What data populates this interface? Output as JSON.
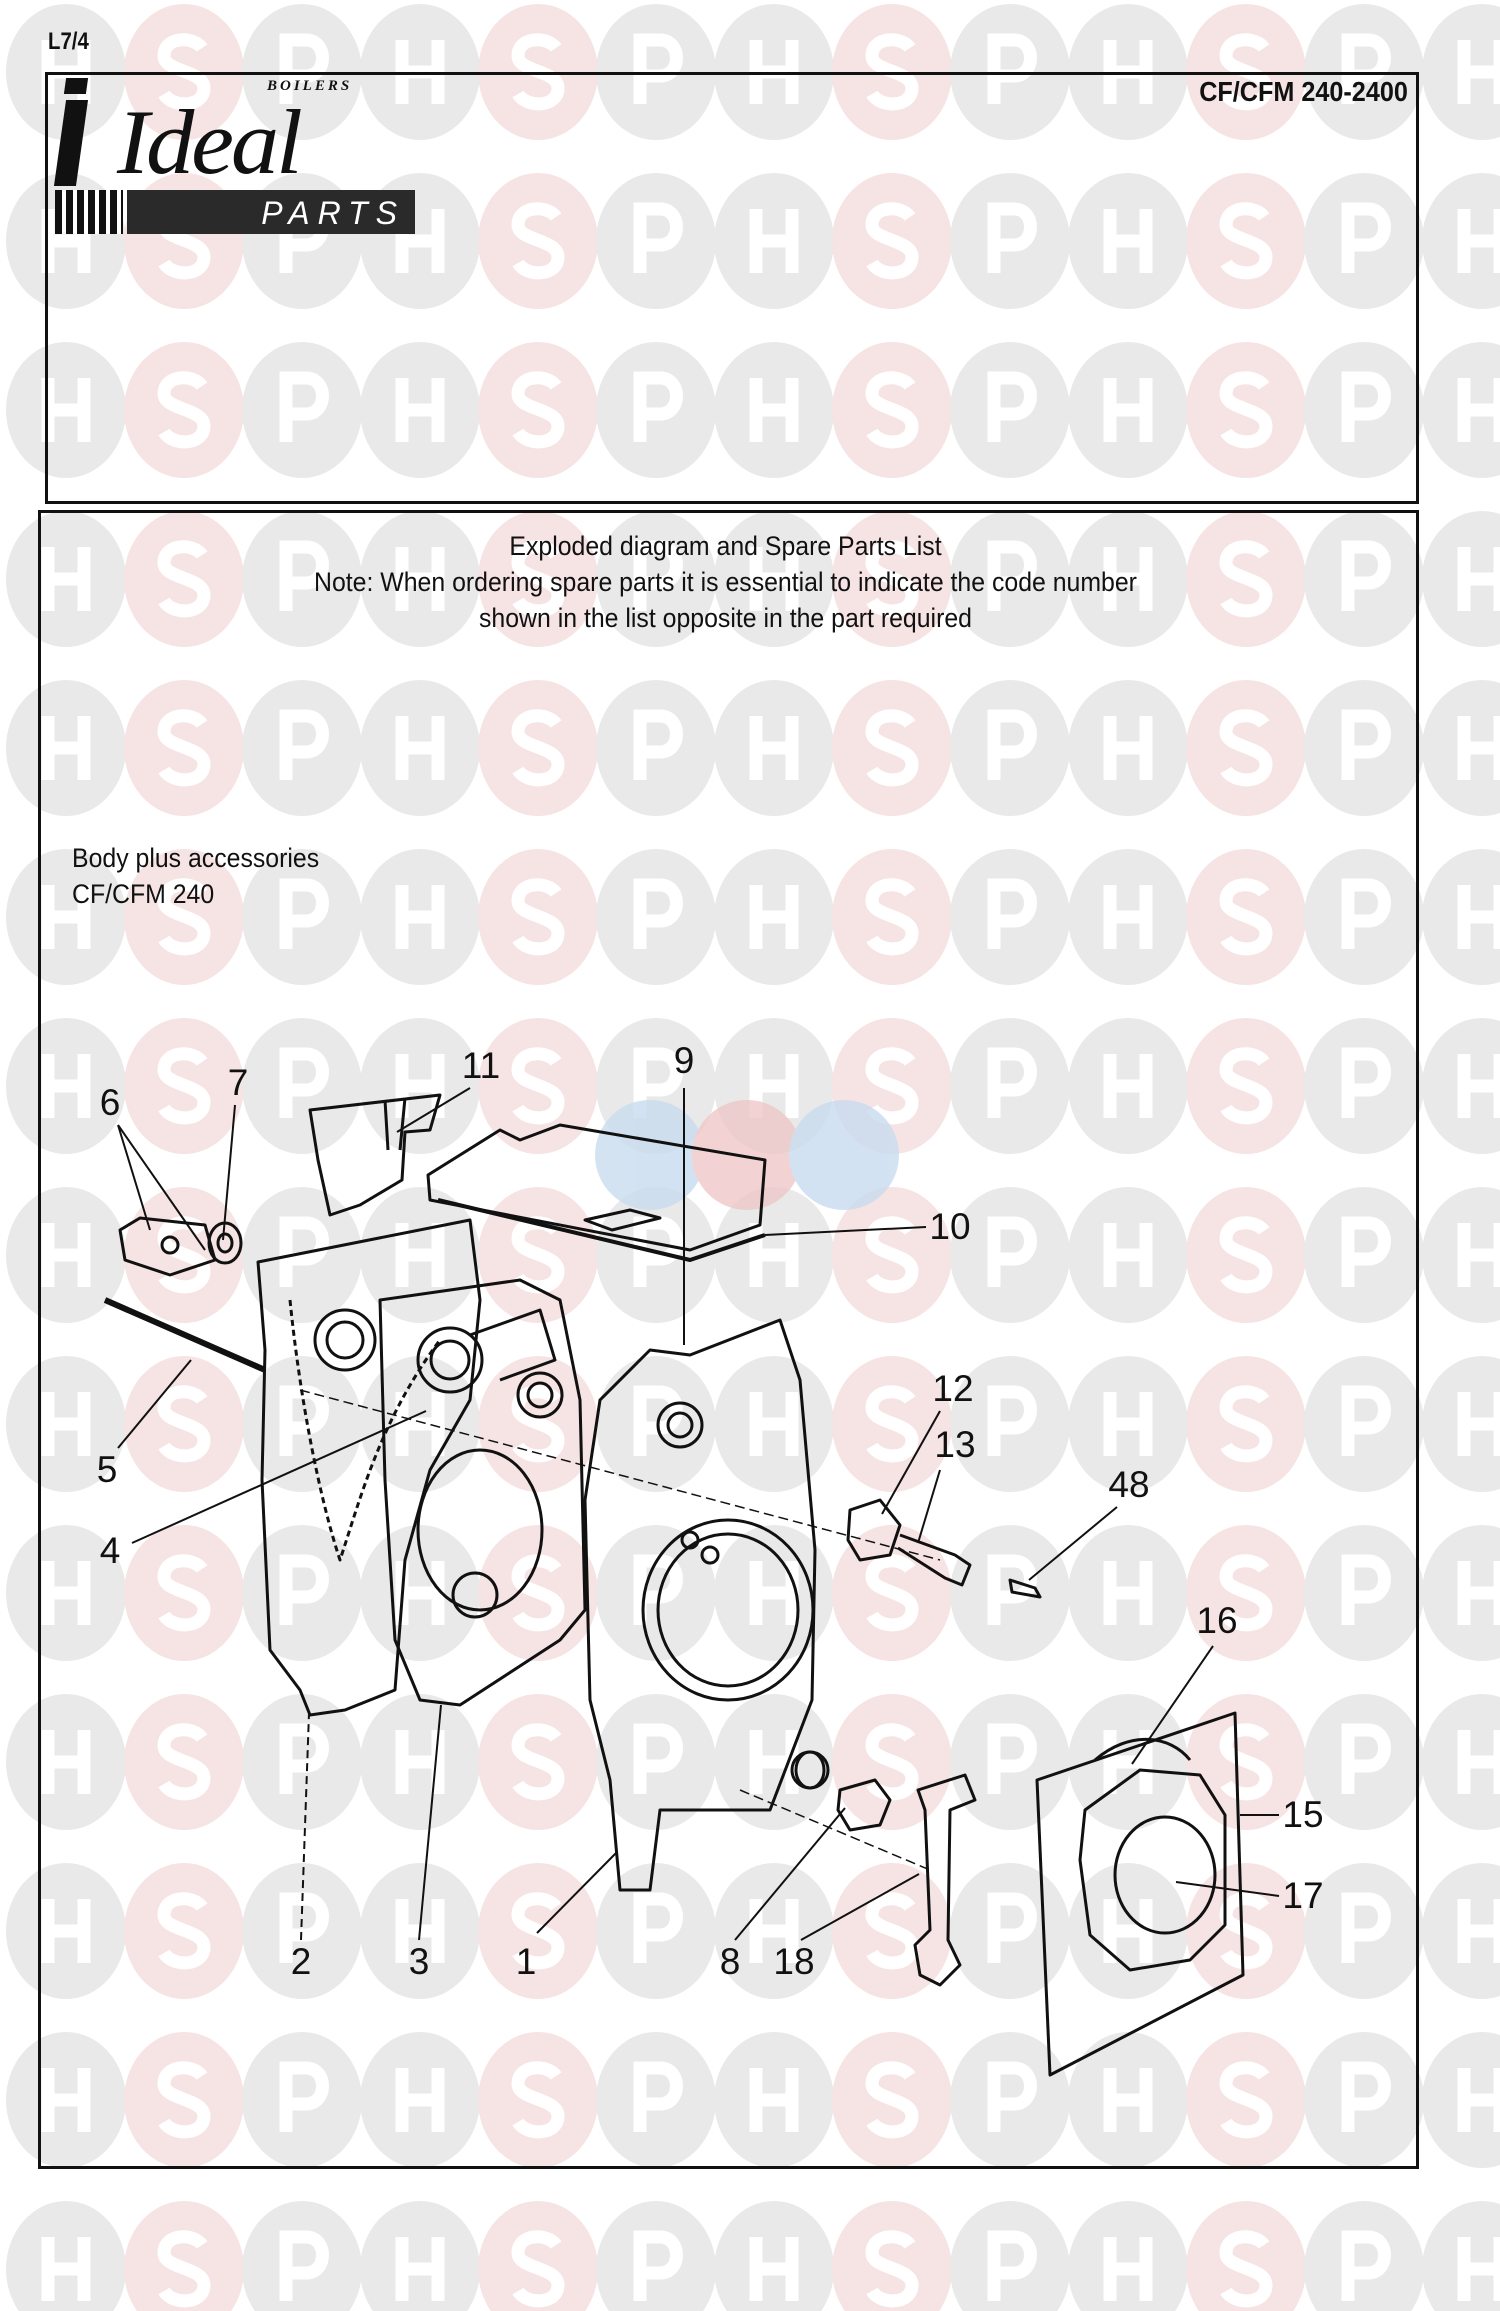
{
  "page_ref": "L7/4",
  "brand": {
    "top": "BOILERS",
    "name": "Ideal",
    "tag": "PARTS"
  },
  "model_range": "CF/CFM 240-2400",
  "heading": {
    "line1": "Exploded diagram and Spare Parts List",
    "line2": "Note: When ordering spare parts it is essential to indicate the code number",
    "line3": "shown in the list opposite in the part required"
  },
  "section": {
    "title": "Body plus accessories",
    "model": "CF/CFM 240"
  },
  "callouts": [
    "6",
    "7",
    "11",
    "9",
    "10",
    "12",
    "13",
    "48",
    "5",
    "4",
    "16",
    "15",
    "17",
    "2",
    "3",
    "1",
    "8",
    "18"
  ],
  "watermark": {
    "letters": [
      "H",
      "S",
      "P"
    ],
    "colors": {
      "grey": "#e9e9e9",
      "pink": "#f6e3e3",
      "blue": "#c9dcef",
      "red": "#efc8c8"
    }
  }
}
